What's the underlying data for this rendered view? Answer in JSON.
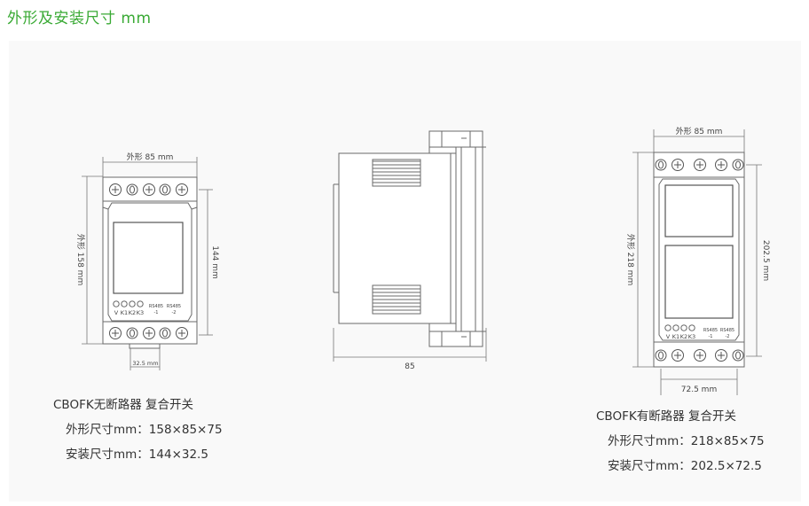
{
  "page": {
    "title": "外形及安装尺寸 mm"
  },
  "left_device": {
    "top_dim": "外形 85 mm",
    "side_dim": "外形 158 mm",
    "right_dim": "144 mm",
    "bottom_dim": "32.5 mm",
    "indicator_labels": [
      "V",
      "K1",
      "K2",
      "K3"
    ],
    "rs485_labels": [
      "RS485",
      "-1",
      "RS485",
      "-2"
    ]
  },
  "side_view": {
    "bottom_dim": "85"
  },
  "right_device": {
    "top_dim": "外形 85 mm",
    "side_dim": "外形 218 mm",
    "right_dim": "202.5 mm",
    "bottom_dim": "72.5 mm",
    "indicator_labels": [
      "V",
      "K1",
      "K2",
      "K3"
    ],
    "rs485_labels": [
      "RS485",
      "-1",
      "RS485",
      "-2"
    ]
  },
  "specs": {
    "left": {
      "name": "CBOFK无断路器 复合开关",
      "outline": "外形尺寸mm：158×85×75",
      "mount": "安装尺寸mm：144×32.5"
    },
    "right": {
      "name": "CBOFK有断路器 复合开关",
      "outline": "外形尺寸mm：218×85×75",
      "mount": "安装尺寸mm：202.5×72.5"
    }
  },
  "colors": {
    "title": "#3aaa35",
    "panel": "#f9f9f9",
    "line": "#6a6a6a"
  }
}
